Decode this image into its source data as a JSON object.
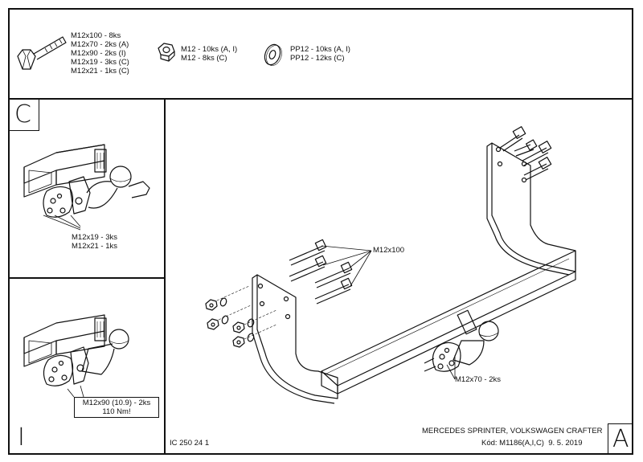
{
  "hardware": {
    "bolt": [
      "M12x100 - 8ks",
      "M12x70 - 2ks (A)",
      "M12x90 - 2ks (I)",
      "M12x19 - 3ks (C)",
      "M12x21 - 1ks (C)"
    ],
    "nut": [
      "M12 - 10ks (A, I)",
      "M12 - 8ks (C)"
    ],
    "washer": [
      "PP12 - 10ks (A, I)",
      "PP12 - 12ks (C)"
    ]
  },
  "variant_c": {
    "letter": "C",
    "callout": [
      "M12x19 - 3ks",
      "M12x21 - 1ks"
    ]
  },
  "variant_i": {
    "letter": "I",
    "callout": [
      "M12x90 (10.9) - 2ks",
      "110 Nm!"
    ]
  },
  "variant_a": {
    "letter": "A",
    "bolts_label": "M12x100",
    "ball_label": "M12x70 - 2ks"
  },
  "footer": {
    "drawing_code": "IC 250 24 1",
    "vehicle": "MERCEDES SPRINTER, VOLKSWAGEN CRAFTER",
    "code_date": "Kód: M1186(A,I,C)  9. 5. 2019"
  },
  "colors": {
    "line": "#111111",
    "background": "#ffffff"
  }
}
